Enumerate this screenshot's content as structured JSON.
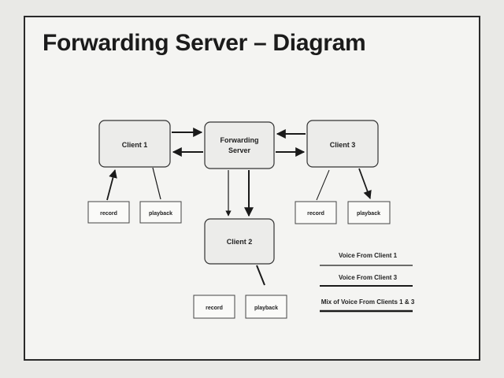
{
  "slide": {
    "title": "Forwarding Server – Diagram"
  },
  "nodes": {
    "client1": "Client 1",
    "server_line1": "Forwarding",
    "server_line2": "Server",
    "client3": "Client 3",
    "client2": "Client 2"
  },
  "devices": {
    "c1_record": "record",
    "c1_playback": "playback",
    "c3_record": "record",
    "c3_playback": "playback",
    "c2_record": "record",
    "c2_playback": "playback"
  },
  "legend": {
    "voice_client1": "Voice From Client 1",
    "voice_client3": "Voice From Client 3",
    "mix": "Mix of Voice From Clients 1 & 3"
  }
}
